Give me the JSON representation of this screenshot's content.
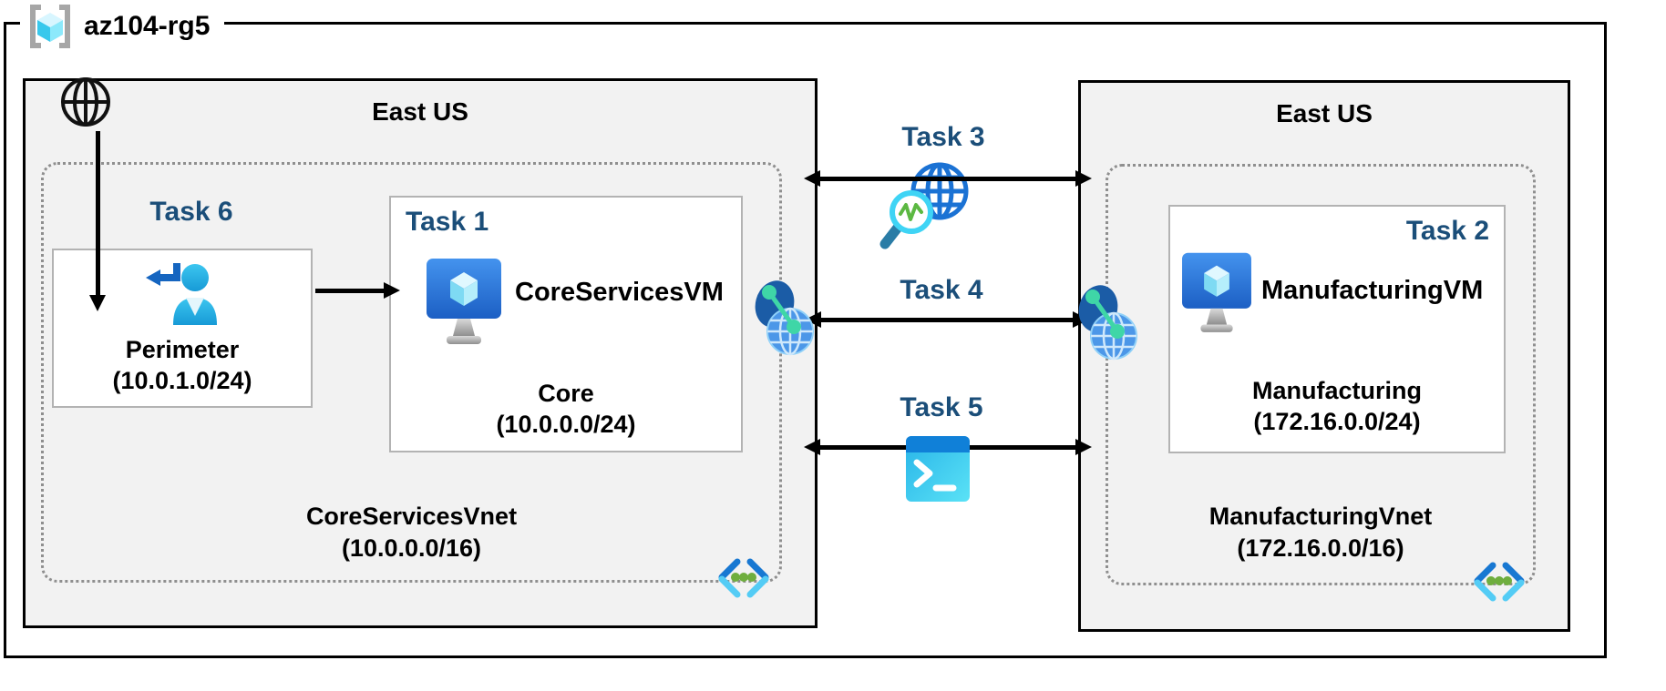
{
  "rg": {
    "label": "az104-rg5"
  },
  "left_region": {
    "location": "East US",
    "task6_label": "Task 6",
    "perimeter": {
      "name": "Perimeter",
      "cidr": "(10.0.1.0/24)"
    },
    "task1_label": "Task 1",
    "vm_name": "CoreServicesVM",
    "core_subnet": {
      "name": "Core",
      "cidr": "(10.0.0.0/24)"
    },
    "vnet": {
      "name": "CoreServicesVnet",
      "cidr": "(10.0.0.0/16)"
    }
  },
  "middle": {
    "task3_label": "Task 3",
    "task4_label": "Task 4",
    "task5_label": "Task 5"
  },
  "right_region": {
    "location": "East US",
    "task2_label": "Task 2",
    "vm_name": "ManufacturingVM",
    "subnet": {
      "name": "Manufacturing",
      "cidr": "(172.16.0.0/24)"
    },
    "vnet": {
      "name": "ManufacturingVnet",
      "cidr": "(172.16.0.0/16)"
    }
  },
  "icons": {
    "resource_group": "azure-resource-group-brackets-cube",
    "internet": "black-outline-globe",
    "guest_user": "cyan-person-with-return-arrow",
    "virtual_machine": "azure-vm-monitor-with-cube",
    "vnet_peering": "blue-globe-with-mint-link-dots",
    "network_watcher": "blue-globe-with-cyan-magnifier",
    "cloud_shell": "blue-terminal-window",
    "subnet": "angle-brackets-with-green-dots"
  },
  "colors": {
    "task_label": "#1b4e79",
    "region_fill": "#f2f2f2",
    "solid_border": "#000000",
    "dashed_border": "#8f8f8f",
    "azure_blue": "#1b7fd4",
    "cyan": "#50ccf0",
    "mint": "#3fd6a7",
    "green": "#6fae3e"
  }
}
